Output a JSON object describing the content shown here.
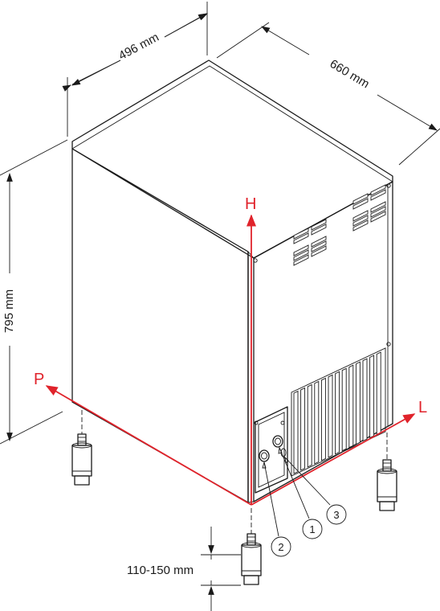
{
  "dimensions": {
    "width": "496 mm",
    "depth": "660 mm",
    "height": "795 mm",
    "feet": "110-150 mm"
  },
  "axes": {
    "h": "H",
    "p": "P",
    "l": "L"
  },
  "callouts": [
    {
      "label": "1"
    },
    {
      "label": "2"
    },
    {
      "label": "3"
    }
  ],
  "colors": {
    "line": "#1a1a1a",
    "axis": "#e0232b",
    "background": "#ffffff"
  }
}
